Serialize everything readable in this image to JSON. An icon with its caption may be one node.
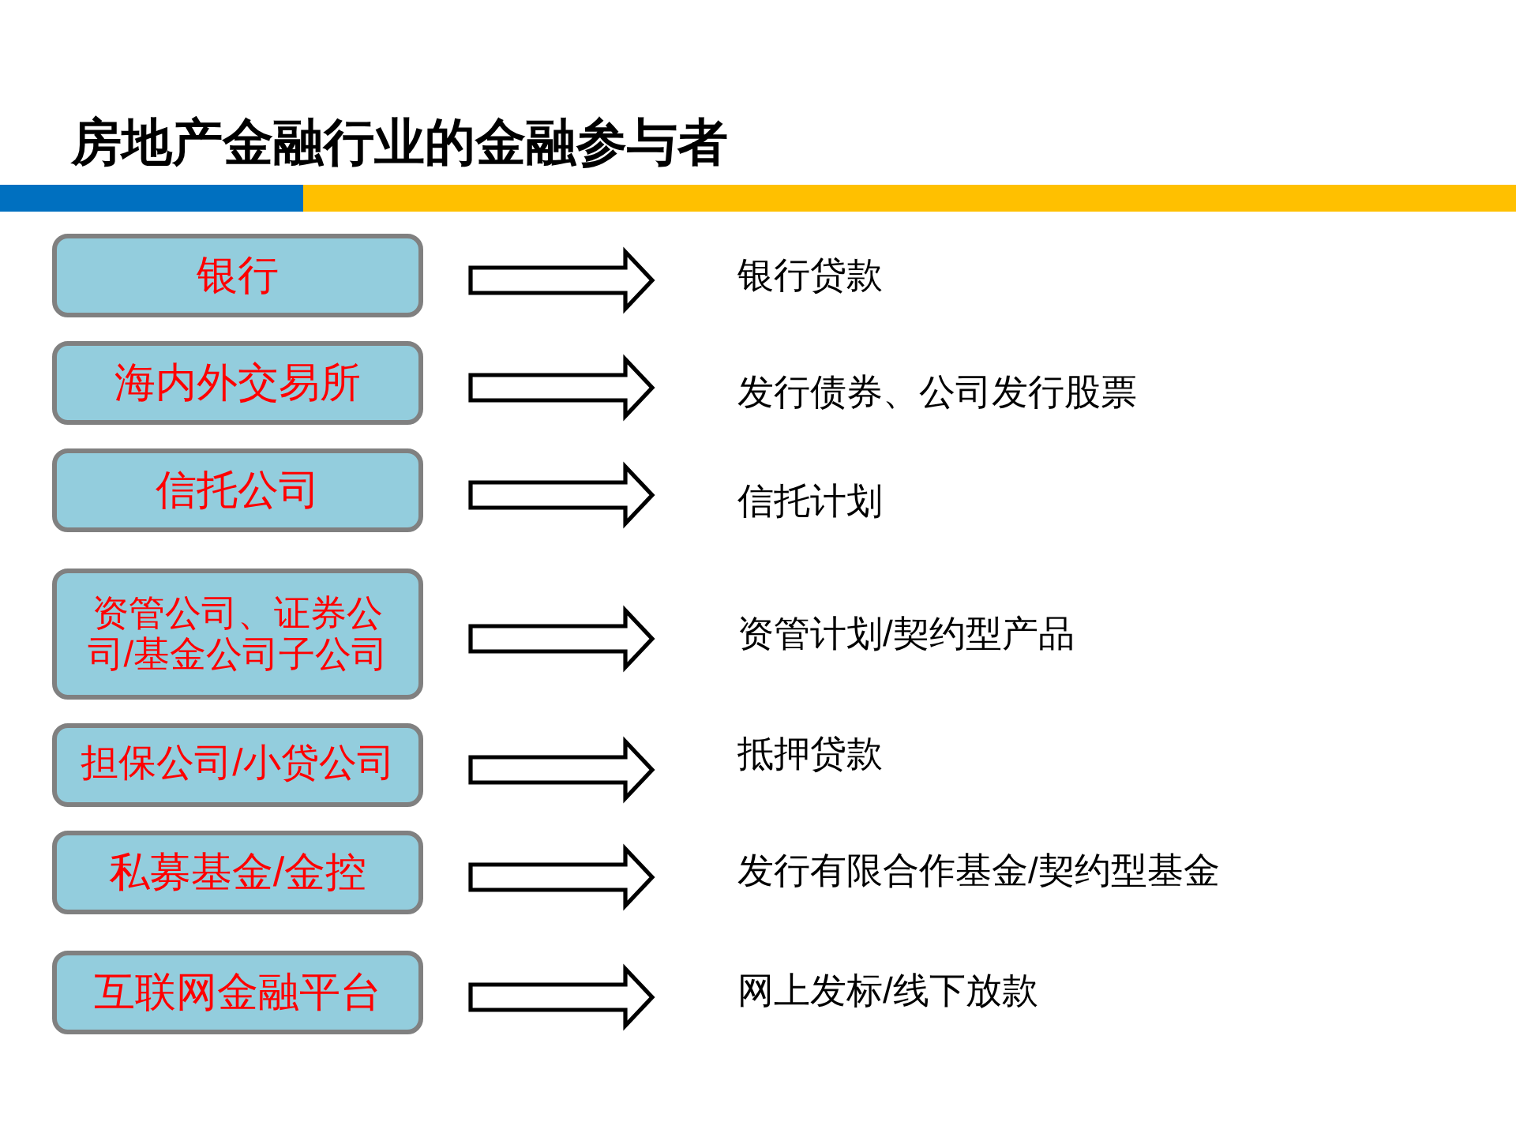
{
  "diagram": {
    "title": "房地产金融行业的金融参与者",
    "nodes": [
      {
        "text": [
          "银行"
        ]
      },
      {
        "text": [
          "银行贷款"
        ]
      },
      {
        "text": [
          "海内外交易所"
        ]
      },
      {
        "text": [
          "发行债券、公司发行股票"
        ]
      },
      {
        "text": [
          "信托公司"
        ]
      },
      {
        "text": [
          "信托计划"
        ]
      },
      {
        "text": [
          "资管公司、证券公司/基金公司子公司"
        ]
      },
      {
        "text": [
          "资管计划/契约型产品"
        ]
      },
      {
        "text": [
          "担保公司/小贷公司"
        ]
      },
      {
        "text": [
          "抵押贷款"
        ]
      },
      {
        "text": [
          "私募基金/金控"
        ]
      },
      {
        "text": [
          "发行有限合作基金/契约型基金"
        ]
      },
      {
        "text": [
          "互联网金融平台"
        ]
      },
      {
        "text": [
          "网上发标/线下放款"
        ]
      }
    ],
    "edges": [
      {
        "from": 0,
        "to": 1,
        "arrow": "to"
      },
      {
        "from": 2,
        "to": 3,
        "arrow": "to"
      },
      {
        "from": 4,
        "to": 5,
        "arrow": "to"
      },
      {
        "from": 6,
        "to": 7,
        "arrow": "to"
      },
      {
        "from": 8,
        "to": 9,
        "arrow": "to"
      },
      {
        "from": 10,
        "to": 11,
        "arrow": "to"
      },
      {
        "from": 12,
        "to": 13,
        "arrow": "to"
      }
    ]
  }
}
